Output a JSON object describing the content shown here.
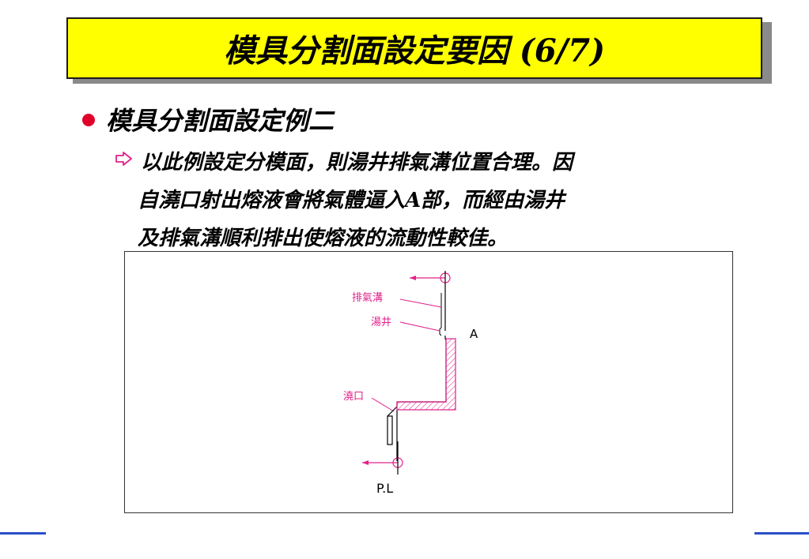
{
  "slide": {
    "title": "模具分割面設定要因 (6/7)",
    "bullet": "模具分割面設定例二",
    "sub_lines": [
      "以此例設定分模面，則湯井排氣溝位置合理。因",
      "自澆口射出熔液會將氣體逼入A部，而經由湯井",
      "及排氣溝順利排出使熔液的流動性較佳。"
    ]
  },
  "diagram": {
    "label_vent": "排氣溝",
    "label_well": "湯井",
    "label_a": "A",
    "label_gate": "澆口",
    "label_pl": "P.L"
  },
  "colors": {
    "title_bg": "#ffff00",
    "bullet": "#e0002a",
    "magenta": "#e0218a",
    "accent_line": "#2a4fc8"
  }
}
